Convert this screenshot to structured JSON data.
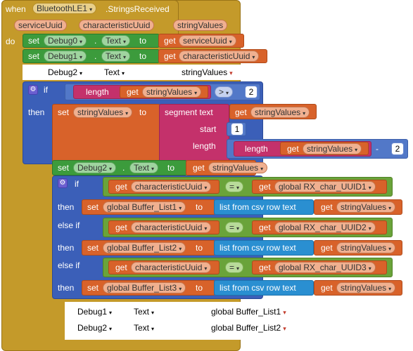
{
  "event": {
    "when_label": "when",
    "component": "BluetoothLE1",
    "event_name": ".StringsReceived",
    "params": [
      "serviceUuid",
      "characteristicUuid",
      "stringValues"
    ],
    "do_label": "do"
  },
  "labels": {
    "set": "set",
    "to": "to",
    "get": "get",
    "dot": ".",
    "if": "if",
    "then": "then",
    "else_if": "else if",
    "length": "length",
    "segment_text": "segment  text",
    "start": "start",
    "length_param": "length",
    "list_from_csv": "list from csv row  text",
    "op_gt": ">",
    "op_eq": "=",
    "op_minus": "-",
    "arrow": "▾"
  },
  "rows": {
    "set_debug0": {
      "component": "Debug0",
      "prop": "Text",
      "value": "serviceUuid"
    },
    "set_debug1": {
      "component": "Debug1",
      "prop": "Text",
      "value": "characteristicUuid"
    },
    "disabled_debug2": {
      "component": "Debug2",
      "prop": "Text",
      "value": "stringValues"
    },
    "if_length": {
      "var": "stringValues",
      "num": "2"
    },
    "then_segment": {
      "var": "stringValues",
      "text_var": "stringValues",
      "start": "1",
      "len_var": "stringValues",
      "len_num": "2"
    },
    "set_debug2": {
      "component": "Debug2",
      "prop": "Text",
      "value": "stringValues"
    },
    "cond1": {
      "left": "characteristicUuid",
      "right": "global RX_char_UUID1"
    },
    "act1": {
      "target": "global Buffer_List1",
      "value": "stringValues"
    },
    "cond2": {
      "left": "characteristicUuid",
      "right": "global RX_char_UUID2"
    },
    "act2": {
      "target": "global Buffer_List2",
      "value": "stringValues"
    },
    "cond3": {
      "left": "characteristicUuid",
      "right": "global RX_char_UUID3"
    },
    "act3": {
      "target": "global Buffer_List3",
      "value": "stringValues"
    },
    "tail1": {
      "component": "Debug1",
      "prop": "Text",
      "value": "global Buffer_List1"
    },
    "tail2": {
      "component": "Debug2",
      "prop": "Text",
      "value": "global Buffer_List2"
    }
  },
  "colors": {
    "event": "#c49a2a",
    "set_component": "#3c9b3c",
    "variable": "#d8622a",
    "control": "#3b5fb8",
    "logic": "#6aa33a",
    "list": "#2a8fd1",
    "text": "#c4316b",
    "math": "#5278c8"
  }
}
